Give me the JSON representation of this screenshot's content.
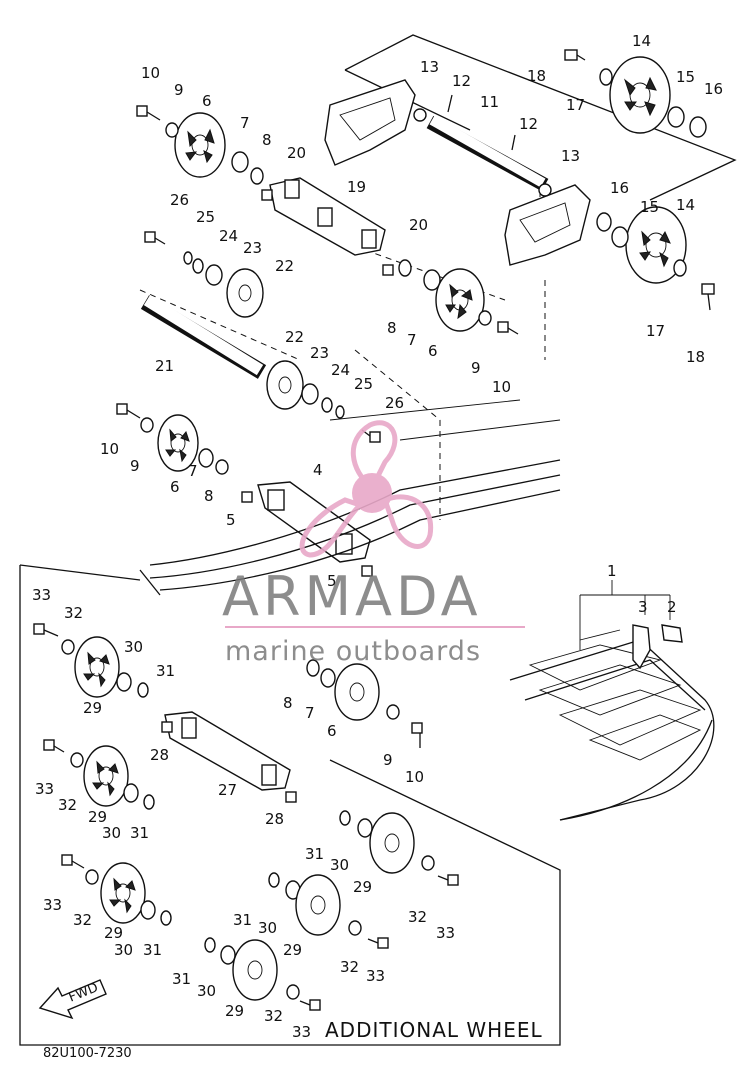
{
  "diagram": {
    "part_number_code": "82U100-7230",
    "additional_wheel_label": "ADDITIONAL WHEEL",
    "fwd_label": "FWD",
    "watermark": {
      "brand": "ARMADA",
      "tagline": "marine outboards",
      "color": "#e8a8c8"
    },
    "callouts": {
      "c10a": "10",
      "c9a": "9",
      "c6a": "6",
      "c7a": "7",
      "c8a": "8",
      "c20a": "20",
      "c19": "19",
      "c13a": "13",
      "c12a": "12",
      "c11": "11",
      "c12b": "12",
      "c13b": "13",
      "c18a": "18",
      "c17a": "17",
      "c14a": "14",
      "c15a": "15",
      "c16a": "16",
      "c26a": "26",
      "c25a": "25",
      "c24a": "24",
      "c23a": "23",
      "c22a": "22",
      "c20b": "20",
      "c8b": "8",
      "c7b": "7",
      "c6b": "6",
      "c9b": "9",
      "c10b": "10",
      "c16b": "16",
      "c15b": "15",
      "c14b": "14",
      "c17b": "17",
      "c18b": "18",
      "c21": "21",
      "c22b": "22",
      "c23b": "23",
      "c24b": "24",
      "c25b": "25",
      "c26b": "26",
      "c10c": "10",
      "c9c": "9",
      "c6c": "6",
      "c7c": "7",
      "c8c": "8",
      "c4": "4",
      "c5a": "5",
      "c5b": "5",
      "c1": "1",
      "c3": "3",
      "c2": "2",
      "c33a": "33",
      "c32a": "32",
      "c30a": "30",
      "c31a": "31",
      "c29a": "29",
      "c8d": "8",
      "c7d": "7",
      "c6d": "6",
      "c28a": "28",
      "c9d": "9",
      "c10d": "10",
      "c33b": "33",
      "c32b": "32",
      "c29b": "29",
      "c30b": "30",
      "c31b": "31",
      "c27": "27",
      "c28b": "28",
      "c31c": "31",
      "c30c": "30",
      "c29c": "29",
      "c33c": "33",
      "c32c": "32",
      "c29d": "29",
      "c30d": "30",
      "c31d": "31",
      "c31e": "31",
      "c30e": "30",
      "c29e": "29",
      "c32d": "32",
      "c33d": "33",
      "c32e": "32",
      "c33e": "33",
      "c31f": "31",
      "c30f": "30",
      "c29f": "29",
      "c32f": "32",
      "c33f": "33"
    }
  }
}
